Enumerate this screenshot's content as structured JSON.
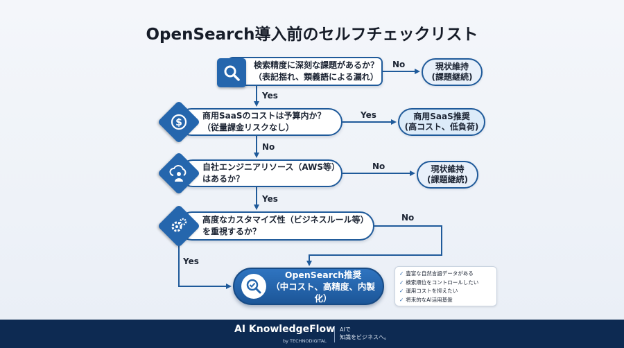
{
  "title": "OpenSearch導入前のセルフチェックリスト",
  "questions": [
    {
      "line1": "検索精度に深刻な課題があるか？",
      "line2": "（表記揺れ、類義語による漏れ）",
      "icon": "search-icon"
    },
    {
      "line1": "商用SaaSのコストは予算内か？",
      "line2": "（従量課金リスクなし）",
      "icon": "dollar-icon"
    },
    {
      "line1": "自社エンジニアリソース（AWS等）",
      "line2": "はあるか？",
      "icon": "cloud-user-icon"
    },
    {
      "line1": "高度なカスタマイズ性（ビジネスルール等）",
      "line2": "を重視するか？",
      "icon": "gears-icon"
    }
  ],
  "results": [
    {
      "line1": "現状維持",
      "line2": "(課題継続)"
    },
    {
      "line1": "商用SaaS推奨",
      "line2": "(高コスト、低負荷)"
    },
    {
      "line1": "現状維持",
      "line2": "(課題継続)"
    }
  ],
  "edge_labels": {
    "q1_no": "No",
    "q1_yes": "Yes",
    "q2_yes": "Yes",
    "q2_no": "No",
    "q3_no": "No",
    "q3_yes": "Yes",
    "q4_no": "No",
    "q4_yes": "Yes"
  },
  "final": {
    "line1": "OpenSearch推奨",
    "line2": "（中コスト、高精度、内製化）",
    "icon": "search-check-icon"
  },
  "checklist": [
    "豊富な自然言語データがある",
    "検索順位をコントロールしたい",
    "運用コストを抑えたい",
    "将来的なAI活用基盤"
  ],
  "footer": {
    "brand": "AI KnowledgeFlow",
    "brand_sub": "by TECHNODIGITAL",
    "tagline1": "AIで",
    "tagline2": "知識をビジネスへ。"
  },
  "colors": {
    "accent": "#2566ad",
    "footer": "#0d2a52"
  }
}
